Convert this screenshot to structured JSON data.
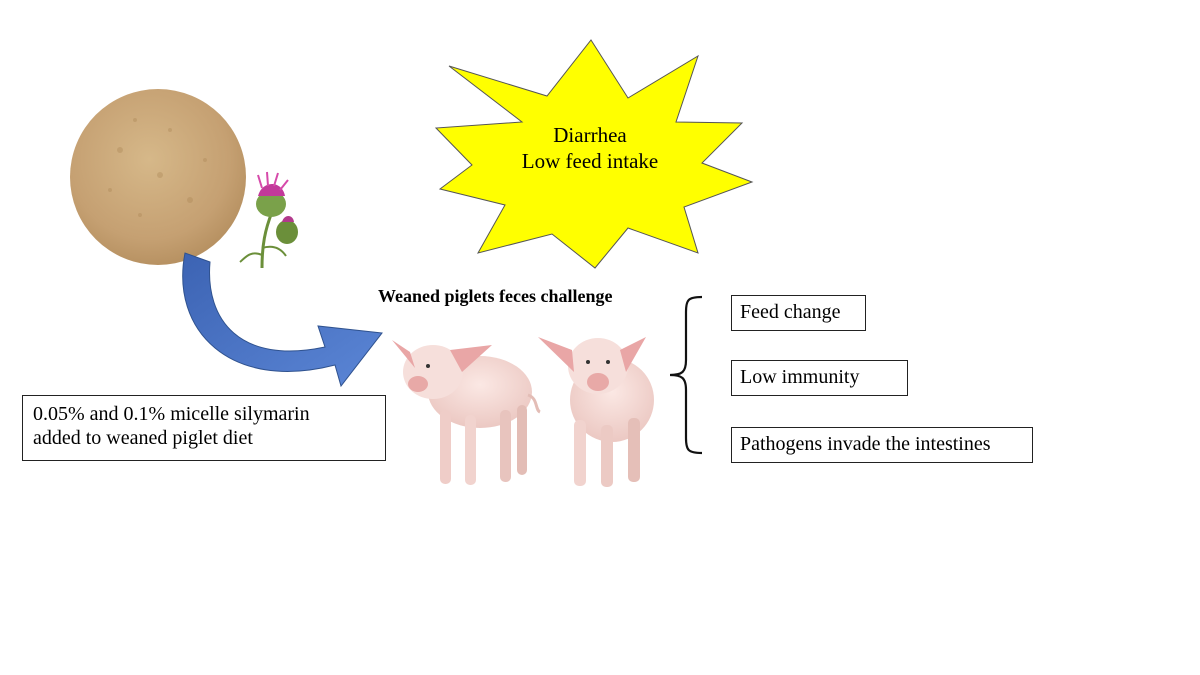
{
  "starburst": {
    "line1": "Diarrhea",
    "line2": "Low feed intake"
  },
  "challenge_title": "Weaned piglets feces challenge",
  "diet_box": {
    "line1": "0.05% and 0.1% micelle silymarin",
    "line2": "added to weaned piglet diet"
  },
  "effects": [
    "Feed change",
    "Low immunity",
    "Pathogens invade the intestines"
  ],
  "colors": {
    "starburst_fill": "#ffff00",
    "arrow_fill": "#4472c4",
    "powder": "#c9a676",
    "thistle_flower": "#c2399a",
    "thistle_stem": "#6b8f3a",
    "piglet_body": "#f3d6d2",
    "piglet_ear": "#e9a6a6"
  },
  "icons": [
    "silymarin-powder-image",
    "milk-thistle-icon",
    "curved-arrow-icon",
    "piglet-image",
    "brace-icon"
  ]
}
